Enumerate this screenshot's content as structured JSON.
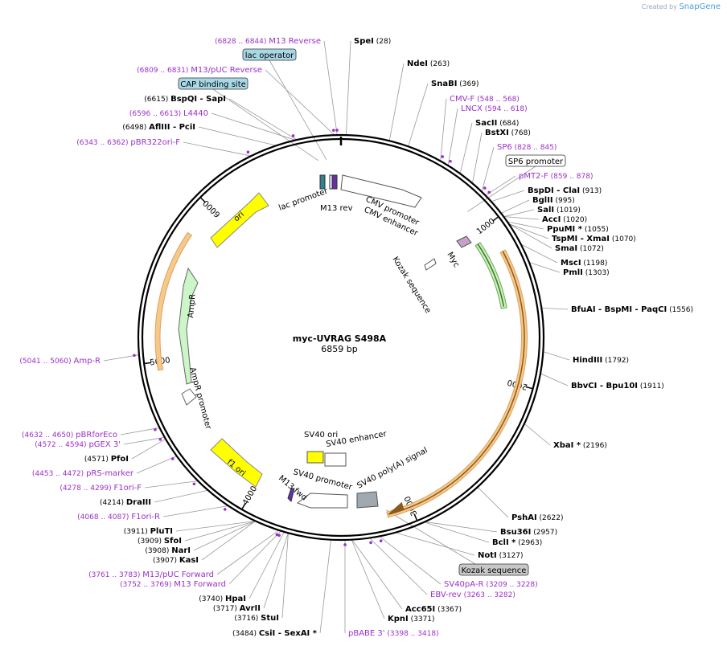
{
  "watermark": {
    "created_by": "Created by",
    "brand": "SnapGene"
  },
  "plasmid": {
    "name": "myc-UVRAG S498A",
    "length_label": "6859 bp",
    "length": 6859
  },
  "colors": {
    "primer": "#9b30c8",
    "enzyme": "#000000",
    "ticks": "#000000",
    "feature_box": "#a8d8e8",
    "sp6_box": "#ffffff"
  },
  "ticks": [
    "1000",
    "2000",
    "3000",
    "4000",
    "5000",
    "6000"
  ],
  "enzymes": [
    {
      "name": "SpeI",
      "pos": "(28)"
    },
    {
      "name": "NdeI",
      "pos": "(263)"
    },
    {
      "name": "SnaBI",
      "pos": "(369)"
    },
    {
      "name": "SacII",
      "pos": "(684)"
    },
    {
      "name": "BstXI",
      "pos": "(768)"
    },
    {
      "name": "BspDI - ClaI",
      "pos": "(913)"
    },
    {
      "name": "BglII",
      "pos": "(995)"
    },
    {
      "name": "SalI",
      "pos": "(1019)"
    },
    {
      "name": "AccI",
      "pos": "(1020)"
    },
    {
      "name": "PpuMI *",
      "pos": "(1055)"
    },
    {
      "name": "TspMI - XmaI",
      "pos": "(1070)"
    },
    {
      "name": "SmaI",
      "pos": "(1072)"
    },
    {
      "name": "MscI",
      "pos": "(1198)"
    },
    {
      "name": "PmlI",
      "pos": "(1303)"
    },
    {
      "name": "BfuAI - BspMI - PaqCI",
      "pos": "(1556)"
    },
    {
      "name": "HindIII",
      "pos": "(1792)"
    },
    {
      "name": "BbvCI - Bpu10I",
      "pos": "(1911)"
    },
    {
      "name": "XbaI *",
      "pos": "(2196)"
    },
    {
      "name": "PshAI",
      "pos": "(2622)"
    },
    {
      "name": "Bsu36I",
      "pos": "(2957)"
    },
    {
      "name": "BclI *",
      "pos": "(2963)"
    },
    {
      "name": "NotI",
      "pos": "(3127)"
    },
    {
      "name": "Acc65I",
      "pos": "(3367)"
    },
    {
      "name": "KpnI",
      "pos": "(3371)"
    },
    {
      "name": "CsiI - SexAI *",
      "pos": "(3484)"
    },
    {
      "name": "StuI",
      "pos": "(3716)"
    },
    {
      "name": "AvrII",
      "pos": "(3717)"
    },
    {
      "name": "HpaI",
      "pos": "(3740)"
    },
    {
      "name": "KasI",
      "pos": "(3907)"
    },
    {
      "name": "NarI",
      "pos": "(3908)"
    },
    {
      "name": "SfoI",
      "pos": "(3909)"
    },
    {
      "name": "PluTI",
      "pos": "(3911)"
    },
    {
      "name": "DraIII",
      "pos": "(4214)"
    },
    {
      "name": "PfoI",
      "pos": "(4571)"
    },
    {
      "name": "AflIII - PciI",
      "pos": "(6498)"
    },
    {
      "name": "BspQI - SapI",
      "pos": "(6615)"
    }
  ],
  "primers": [
    {
      "name": "M13 Reverse",
      "range": "(6828 .. 6844)"
    },
    {
      "name": "M13/pUC Reverse",
      "range": "(6809 .. 6831)"
    },
    {
      "name": "L4440",
      "range": "(6596 .. 6613)"
    },
    {
      "name": "pBR322ori-F",
      "range": "(6343 .. 6362)"
    },
    {
      "name": "CMV-F",
      "range": "(548 .. 568)"
    },
    {
      "name": "LNCX",
      "range": "(594 .. 618)"
    },
    {
      "name": "SP6",
      "range": "(828 .. 845)"
    },
    {
      "name": "pMT2-F",
      "range": "(859 .. 878)"
    },
    {
      "name": "Amp-R",
      "range": "(5041 .. 5060)"
    },
    {
      "name": "pBRforEco",
      "range": "(4632 .. 4650)"
    },
    {
      "name": "pGEX 3'",
      "range": "(4572 .. 4594)"
    },
    {
      "name": "pRS-marker",
      "range": "(4453 .. 4472)"
    },
    {
      "name": "F1ori-F",
      "range": "(4278 .. 4299)"
    },
    {
      "name": "F1ori-R",
      "range": "(4068 .. 4087)"
    },
    {
      "name": "M13/pUC Forward",
      "range": "(3761 .. 3783)"
    },
    {
      "name": "M13 Forward",
      "range": "(3752 .. 3769)"
    },
    {
      "name": "pBABE 3'",
      "range": "(3398 .. 3418)"
    },
    {
      "name": "SV40pA-R",
      "range": "(3209 .. 3228)"
    },
    {
      "name": "EBV-rev",
      "range": "(3263 .. 3282)"
    }
  ],
  "boxed_features": [
    "lac operator",
    "CAP binding site",
    "SP6 promoter",
    "Kozak sequence"
  ],
  "feature_labels": [
    "lac promoter",
    "M13 rev",
    "CMV promoter",
    "CMV enhancer",
    "Myc",
    "Kozak sequence",
    "ori",
    "AmpR",
    "AmpR promoter",
    "SV40 ori",
    "SV40 enhancer",
    "SV40 promoter",
    "M13 fwd",
    "SV40 poly(A) signal",
    "f1 ori"
  ]
}
